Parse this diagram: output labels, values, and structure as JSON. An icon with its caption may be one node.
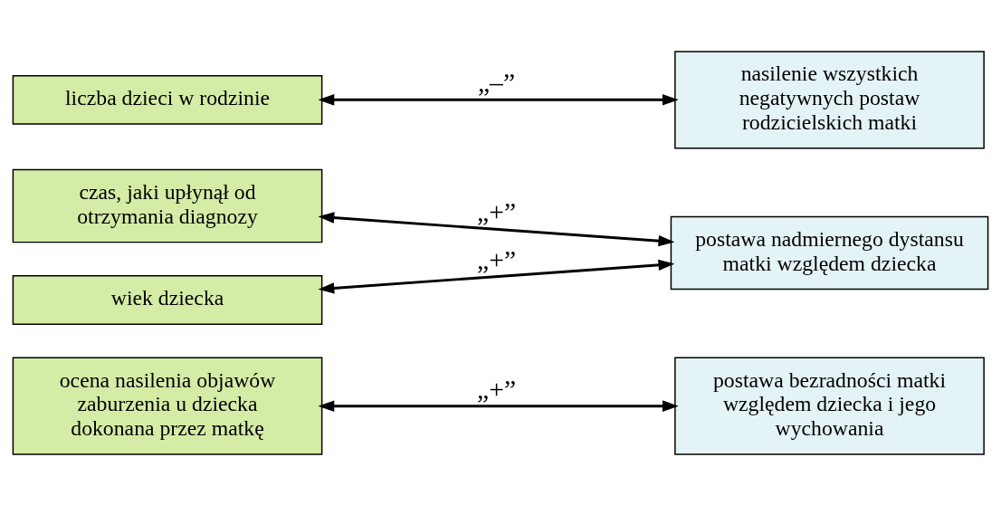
{
  "diagram": {
    "nodes": [
      {
        "text": [
          "ocena nasilenia objawów zaburzenia u dziecka dokonana przez matkę"
        ]
      },
      {
        "text": [
          "postawa bezradności matki względem dziecka i jego wychowania"
        ]
      },
      {
        "text": [
          "czas, jaki upłynął od otrzymania diagnozy"
        ]
      },
      {
        "text": [
          "postawa nadmiernego dystansu matki względem dziecka"
        ]
      },
      {
        "text": [
          "wiek dziecka"
        ]
      },
      {
        "text": [
          "liczba dzieci w rodzinie"
        ]
      },
      {
        "text": [
          "nasilenie wszystkich negatywnych postaw rodzicielskich matki"
        ]
      }
    ],
    "edges": [
      {
        "from": 0,
        "to": 1,
        "arrow": "both",
        "label": "„+”"
      },
      {
        "from": 2,
        "to": 3,
        "arrow": "both",
        "label": "„+”"
      },
      {
        "from": 4,
        "to": 3,
        "arrow": "both",
        "label": "„+”"
      },
      {
        "from": 5,
        "to": 6,
        "arrow": "both",
        "label": "„–”"
      }
    ]
  }
}
